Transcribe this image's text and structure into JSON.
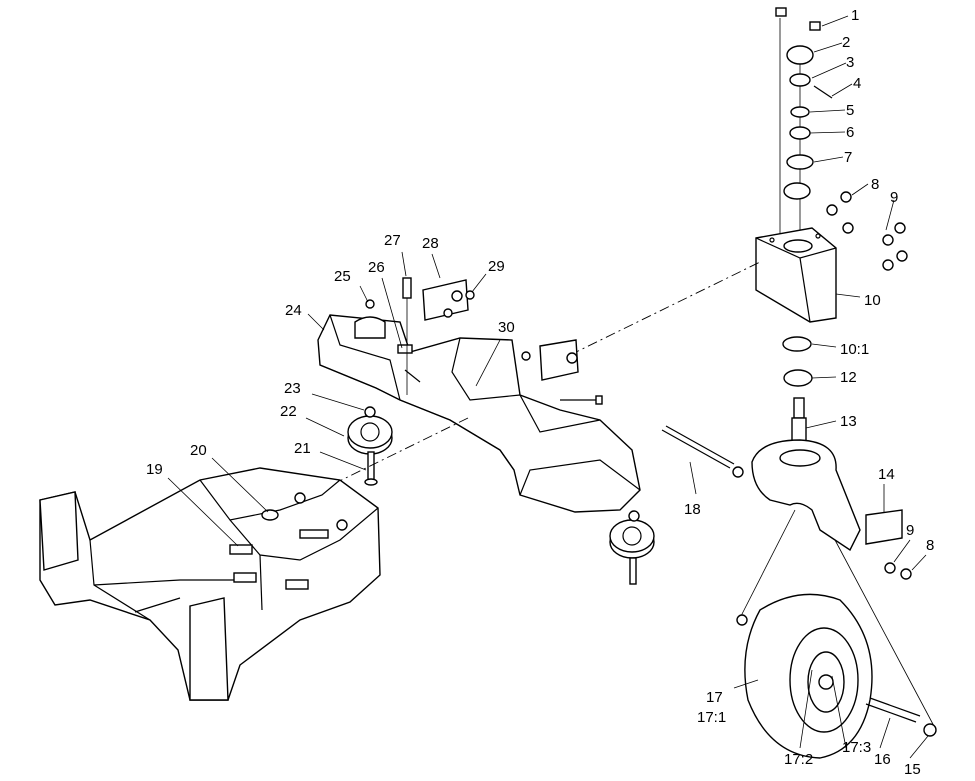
{
  "callouts": [
    {
      "id": "c1",
      "text": "1"
    },
    {
      "id": "c2",
      "text": "2"
    },
    {
      "id": "c3",
      "text": "3"
    },
    {
      "id": "c4",
      "text": "4"
    },
    {
      "id": "c5",
      "text": "5"
    },
    {
      "id": "c6",
      "text": "6"
    },
    {
      "id": "c7",
      "text": "7"
    },
    {
      "id": "c8a",
      "text": "8"
    },
    {
      "id": "c9a",
      "text": "9"
    },
    {
      "id": "c10",
      "text": "10"
    },
    {
      "id": "c10-1",
      "text": "10:1"
    },
    {
      "id": "c12",
      "text": "12"
    },
    {
      "id": "c13",
      "text": "13"
    },
    {
      "id": "c14",
      "text": "14"
    },
    {
      "id": "c9b",
      "text": "9"
    },
    {
      "id": "c8b",
      "text": "8"
    },
    {
      "id": "c18",
      "text": "18"
    },
    {
      "id": "c17",
      "text": "17"
    },
    {
      "id": "c17-1",
      "text": "17:1"
    },
    {
      "id": "c17-2",
      "text": "17:2"
    },
    {
      "id": "c17-3",
      "text": "17:3"
    },
    {
      "id": "c16",
      "text": "16"
    },
    {
      "id": "c15",
      "text": "15"
    },
    {
      "id": "c19",
      "text": "19"
    },
    {
      "id": "c20",
      "text": "20"
    },
    {
      "id": "c21",
      "text": "21"
    },
    {
      "id": "c22",
      "text": "22"
    },
    {
      "id": "c23",
      "text": "23"
    },
    {
      "id": "c24",
      "text": "24"
    },
    {
      "id": "c25",
      "text": "25"
    },
    {
      "id": "c26",
      "text": "26"
    },
    {
      "id": "c27",
      "text": "27"
    },
    {
      "id": "c28",
      "text": "28"
    },
    {
      "id": "c29",
      "text": "29"
    },
    {
      "id": "c30",
      "text": "30"
    }
  ]
}
